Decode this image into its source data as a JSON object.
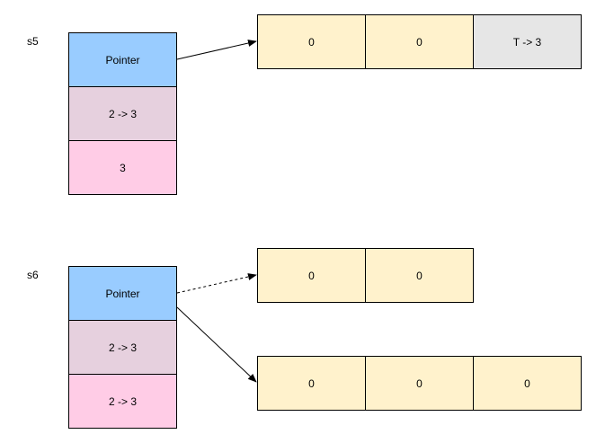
{
  "colors": {
    "pointer": "#99ccff",
    "mid": "#e6d0de",
    "bottom": "#ffcce6",
    "array_cell": "#fff2cc",
    "highlight_cell": "#e6e6e6",
    "stroke": "#000000"
  },
  "s5": {
    "label": "s5",
    "pointer": "Pointer",
    "len": "2 -> 3",
    "cap": "3",
    "array": [
      "0",
      "0",
      "T -> 3"
    ]
  },
  "s6": {
    "label": "s6",
    "pointer": "Pointer",
    "len": "2 -> 3",
    "cap": "2 -> 3",
    "old_array": [
      "0",
      "0"
    ],
    "new_array": [
      "0",
      "0",
      "0"
    ]
  }
}
